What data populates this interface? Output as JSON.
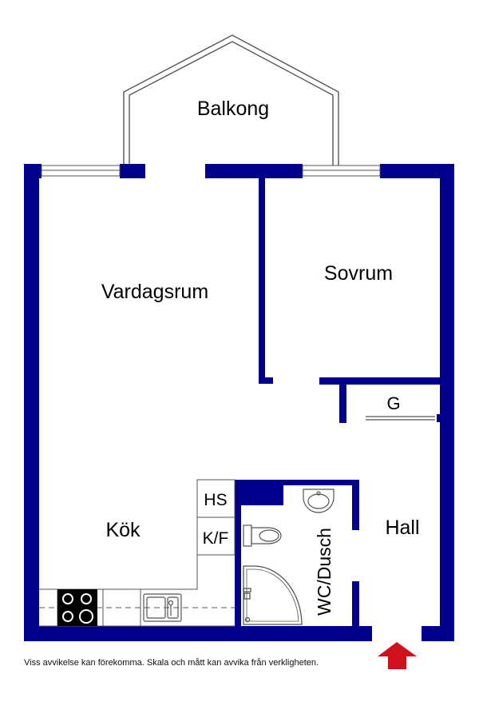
{
  "colors": {
    "wall": "#00008B",
    "entrance_arrow": "#D0101A",
    "outline": "#555555",
    "background": "#FFFFFF"
  },
  "rooms": {
    "balcony": "Balkong",
    "living_room": "Vardagsrum",
    "bedroom": "Sovrum",
    "wardrobe": "G",
    "kitchen": "Kök",
    "hallway": "Hall",
    "bathroom": "WC/Dusch",
    "cabinet_hs": "HS",
    "cabinet_kf": "K/F"
  },
  "disclaimer": "Viss avvikelse kan förekomma. Skala och mått kan avvika från verkligheten.",
  "icons": {
    "entrance": "entrance-arrow-icon",
    "stove": "stove-icon",
    "sink": "kitchen-sink-icon",
    "toilet": "toilet-icon",
    "washbasin": "washbasin-icon",
    "shower": "shower-icon"
  }
}
